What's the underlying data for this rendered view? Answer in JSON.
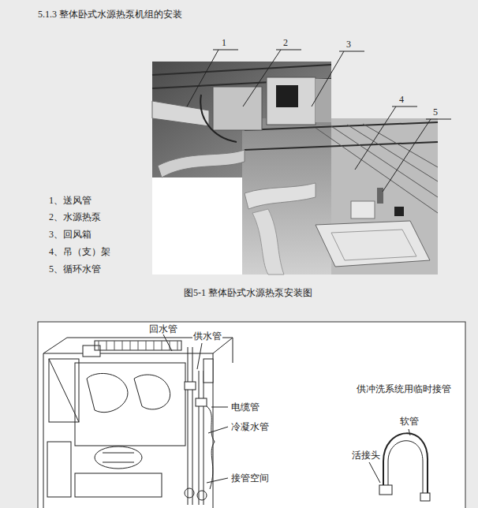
{
  "diagram": {
    "title": "5.1.3 整体卧式水源热泵机组的安装",
    "caption": "图5-1 整体卧式水源热泵安装图",
    "labels": [
      "1",
      "2",
      "3",
      "4",
      "5",
      "1、送风管",
      "2、水源热泵",
      "3、回风箱",
      "4、吊（支）架",
      "5、循环水管",
      "回水管",
      "供水管",
      "电缆管",
      "冷凝水管",
      "接管空间",
      "供冲洗系统用临时接管",
      "软管",
      "活接头"
    ]
  }
}
